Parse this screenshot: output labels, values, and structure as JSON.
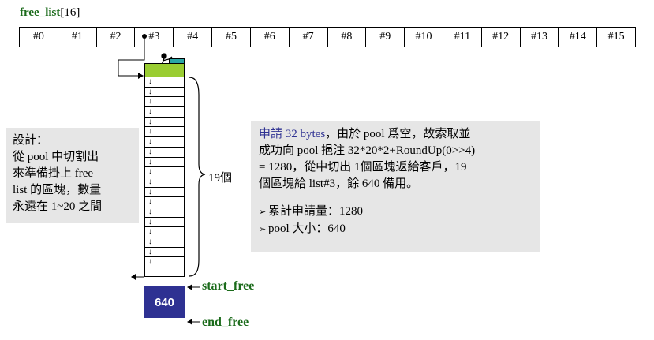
{
  "title": {
    "name": "free_list",
    "index": "[16]"
  },
  "free_list_cells": [
    "#0",
    "#1",
    "#2",
    "#3",
    "#4",
    "#5",
    "#6",
    "#7",
    "#8",
    "#9",
    "#10",
    "#11",
    "#12",
    "#13",
    "#14",
    "#15"
  ],
  "pool_chunk_count": 19,
  "brace_label": "19個",
  "pool_remaining": "640",
  "start_free_label": "start_free",
  "end_free_label": "end_free",
  "design_note": {
    "line1": "設計：",
    "line2": "從 pool 中切割出",
    "line3": "來準備掛上 free",
    "line4": "list 的區塊，數量",
    "line5": "永遠在 1~20 之間"
  },
  "description": {
    "highlight": "申請 32 bytes",
    "line1_rest": "，由於 pool 爲空，故索取並",
    "line2": "成功向 pool 挹注 32*20*2+RoundUp(0>>4)",
    "line3": "= 1280，從中切出 1個區塊返給客戶，19",
    "line4": "個區塊給 list#3，餘 640 備用。",
    "bullets": [
      "累計申請量：1280",
      "pool 大小：640"
    ]
  },
  "colors": {
    "green_text": "#1b6b1b",
    "pool_block": "#2e3192",
    "highlight_text": "#2e3192",
    "given_chunk": "#9acd32",
    "accent_teal": "#2aa6a6",
    "panel_bg": "#e6e6e6"
  }
}
